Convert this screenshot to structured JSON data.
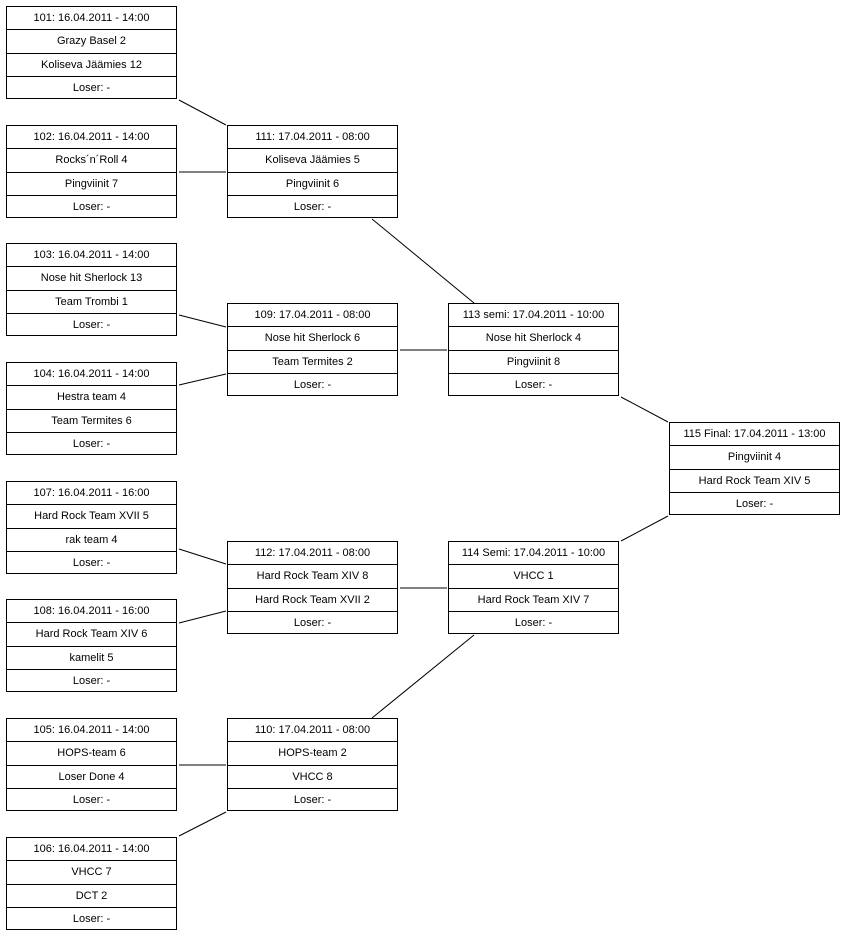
{
  "matches": [
    {
      "key": "m101",
      "header": "101: 16.04.2011 - 14:00",
      "team1": "Grazy Basel 2",
      "team2": "Koliseva Jäämies 12",
      "loser": "Loser: -"
    },
    {
      "key": "m102",
      "header": "102: 16.04.2011 - 14:00",
      "team1": "Rocks´n´Roll 4",
      "team2": "Pingviinit 7",
      "loser": "Loser: -"
    },
    {
      "key": "m103",
      "header": "103: 16.04.2011 - 14:00",
      "team1": "Nose hit Sherlock 13",
      "team2": "Team Trombi 1",
      "loser": "Loser: -"
    },
    {
      "key": "m104",
      "header": "104: 16.04.2011 - 14:00",
      "team1": "Hestra team 4",
      "team2": "Team Termites 6",
      "loser": "Loser: -"
    },
    {
      "key": "m107",
      "header": "107: 16.04.2011 - 16:00",
      "team1": "Hard Rock Team XVII 5",
      "team2": "rak team 4",
      "loser": "Loser: -"
    },
    {
      "key": "m108",
      "header": "108: 16.04.2011 - 16:00",
      "team1": "Hard Rock Team XIV 6",
      "team2": "kamelit 5",
      "loser": "Loser: -"
    },
    {
      "key": "m105",
      "header": "105: 16.04.2011 - 14:00",
      "team1": "HOPS-team 6",
      "team2": "Loser Done 4",
      "loser": "Loser: -"
    },
    {
      "key": "m106",
      "header": "106: 16.04.2011 - 14:00",
      "team1": "VHCC 7",
      "team2": "DCT 2",
      "loser": "Loser: -"
    },
    {
      "key": "m111",
      "header": "111: 17.04.2011 - 08:00",
      "team1": "Koliseva Jäämies 5",
      "team2": "Pingviinit 6",
      "loser": "Loser: -"
    },
    {
      "key": "m109",
      "header": "109: 17.04.2011 - 08:00",
      "team1": "Nose hit Sherlock 6",
      "team2": "Team Termites 2",
      "loser": "Loser: -"
    },
    {
      "key": "m112",
      "header": "112: 17.04.2011 - 08:00",
      "team1": "Hard Rock Team XIV 8",
      "team2": "Hard Rock Team XVII 2",
      "loser": "Loser: -"
    },
    {
      "key": "m110",
      "header": "110: 17.04.2011 - 08:00",
      "team1": "HOPS-team 2",
      "team2": "VHCC 8",
      "loser": "Loser: -"
    },
    {
      "key": "m113",
      "header": "113 semi: 17.04.2011 - 10:00",
      "team1": "Nose hit Sherlock 4",
      "team2": "Pingviinit 8",
      "loser": "Loser: -"
    },
    {
      "key": "m114",
      "header": "114 Semi: 17.04.2011 - 10:00",
      "team1": "VHCC 1",
      "team2": "Hard Rock Team XIV 7",
      "loser": "Loser: -"
    },
    {
      "key": "m115",
      "header": "115 Final: 17.04.2011 - 13:00",
      "team1": "Pingviinit 4",
      "team2": "Hard Rock Team XIV 5",
      "loser": "Loser: -"
    }
  ]
}
